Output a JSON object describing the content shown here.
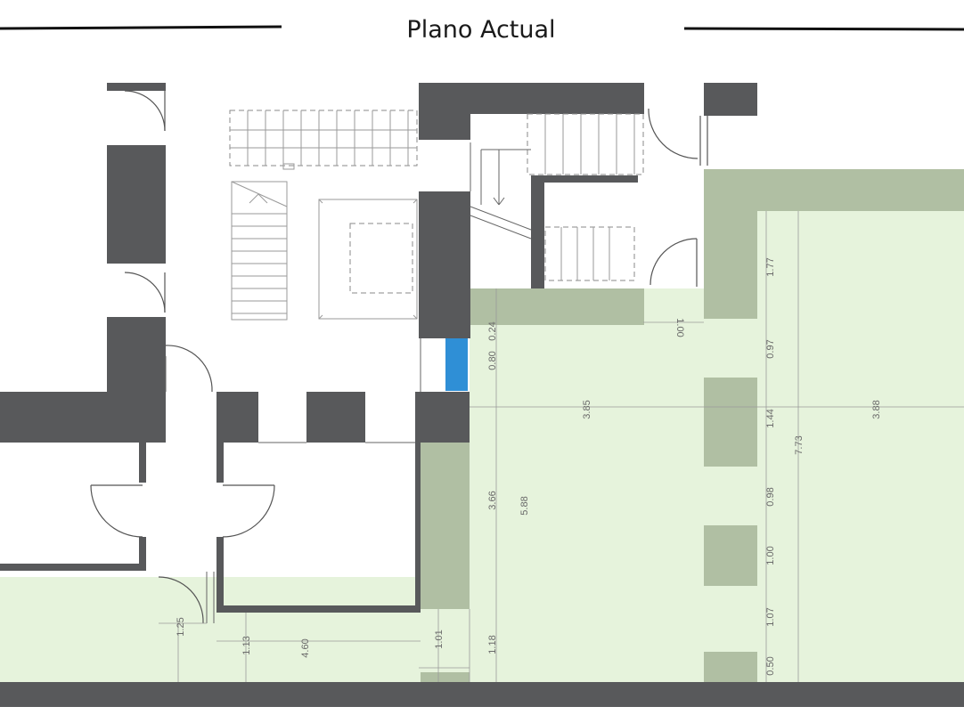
{
  "title": "Plano Actual",
  "colors": {
    "wall": "#58595b",
    "area_light": "#e6f3dc",
    "area_dark": "#b0bfa3",
    "highlight": "#2f8fd6"
  },
  "dimensions": {
    "d_177": "1.77",
    "d_100_top": "1.00",
    "d_097": "0.97",
    "d_024": "0.24",
    "d_080": "0.80",
    "d_385": "3.85",
    "d_388": "3.88",
    "d_144": "1.44",
    "d_773": "7.73",
    "d_366": "3.66",
    "d_588": "5.88",
    "d_098": "0.98",
    "d_100_mid": "1.00",
    "d_107": "1.07",
    "d_050": "0.50",
    "d_125": "1.25",
    "d_113": "1.13",
    "d_460": "4.60",
    "d_101": "1.01",
    "d_118": "1.18"
  }
}
